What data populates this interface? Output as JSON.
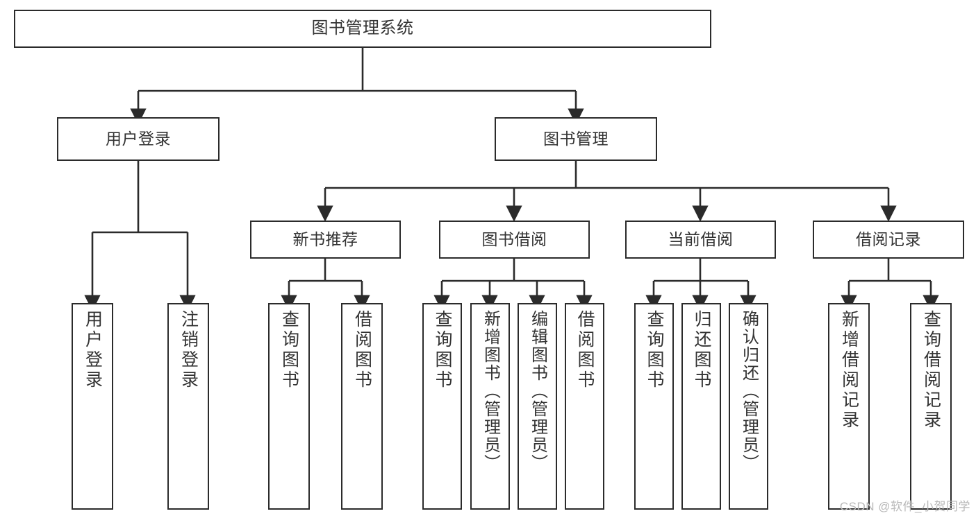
{
  "diagram": {
    "title": "图书管理系统",
    "type": "tree-hierarchy-chart",
    "root": {
      "label": "图书管理系统"
    },
    "level2": [
      {
        "label": "用户登录"
      },
      {
        "label": "图书管理"
      }
    ],
    "level3": [
      {
        "label": "新书推荐"
      },
      {
        "label": "图书借阅"
      },
      {
        "label": "当前借阅"
      },
      {
        "label": "借阅记录"
      }
    ],
    "leaves": {
      "user_login": [
        {
          "label": "用户登录"
        },
        {
          "label": "注销登录"
        }
      ],
      "new_book_recommend": [
        {
          "label": "查询图书"
        },
        {
          "label": "借阅图书"
        }
      ],
      "book_borrow": [
        {
          "label": "查询图书"
        },
        {
          "label": "新增图书（管理员）"
        },
        {
          "label": "编辑图书（管理员）"
        },
        {
          "label": "借阅图书"
        }
      ],
      "current_borrow": [
        {
          "label": "查询图书"
        },
        {
          "label": "归还图书"
        },
        {
          "label": "确认归还（管理员）"
        }
      ],
      "borrow_record": [
        {
          "label": "新增借阅记录"
        },
        {
          "label": "查询借阅记录"
        }
      ]
    }
  },
  "watermark": {
    "text": "CSDN @软件_小贺同学"
  },
  "colors": {
    "box_border": "#2b2b2b",
    "box_fill": "#ffffff",
    "text": "#333333",
    "line": "#2b2b2b",
    "watermark": "#b9b9b9"
  }
}
